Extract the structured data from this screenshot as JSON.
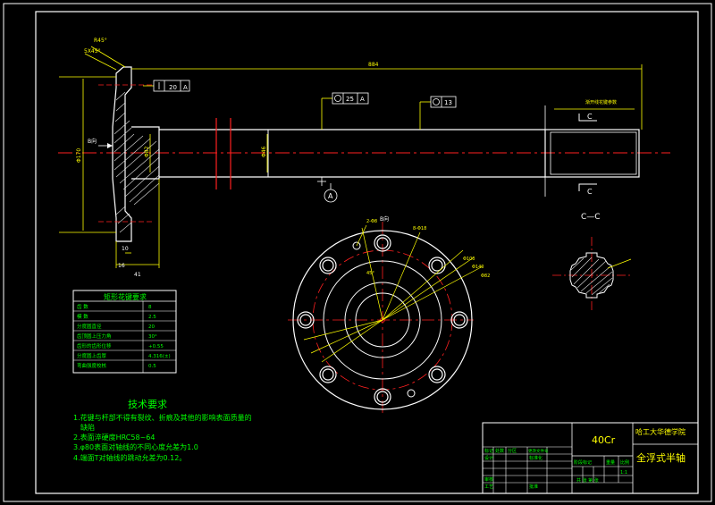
{
  "colors": {
    "background": "#000000",
    "outline": "#ffffff",
    "center": "#ff2020",
    "dimension": "#ffff00",
    "annotation": "#00ff00",
    "hatch": "#ffffff",
    "note_text": "#00ff00",
    "title_text": "#ffff00"
  },
  "dims": {
    "d_chamfer_top": "R45°",
    "d_chamfer_left": "5X45°",
    "total_length": "884",
    "runout1_value": "20",
    "runout1_datum": "A",
    "cyl_value": "25",
    "cyl_datum": "A",
    "round_value": "13",
    "spline_note": "渐开线花键参数",
    "flange_dia": "Φ170",
    "boss_dia": "Φ82",
    "shaft_dia": "Φ46",
    "d_16": "16",
    "d_10": "10",
    "d_41": "41",
    "view_b_arrow": "B向",
    "view_b_title": "B向",
    "section_c": "C",
    "section_title": "C—C",
    "datum_a": "A",
    "hole_note1": "2-Φ8",
    "hole_note2": "8-Φ18",
    "pcd1": "Φ100",
    "pcd2": "Φ140",
    "pcd3": "Φ82",
    "angle": "45°"
  },
  "spline_table": {
    "title": "矩形花键要求",
    "rows": [
      {
        "k": "齿    数",
        "v": "8"
      },
      {
        "k": "模    数",
        "v": "2.5"
      },
      {
        "k": "分度圆直径",
        "v": "20"
      },
      {
        "k": "齿顶圆上压力角",
        "v": "30°"
      },
      {
        "k": "齿形的齿形位移",
        "v": "+0.55"
      },
      {
        "k": "分度圆上齿厚",
        "v": "4.316(±)"
      },
      {
        "k": "弯曲强度校核",
        "v": "0.5"
      }
    ]
  },
  "notes": {
    "title": "技术要求",
    "lines": [
      "1.花键与杆部不得有裂纹、折痕及其他的影响表面质量的",
      "缺陷",
      "2.表面淬硬度HRC58~64",
      "3.φ80表面对轴线的不同心度允差为1.0",
      "4.端面T对轴线的跳动允差为0.12。"
    ]
  },
  "title_block": {
    "material": "40Cr",
    "school": "哈工大华德学院",
    "part_name": "全浮式半轴",
    "labels": {
      "mark": "标记",
      "count": "处数",
      "zone": "分区",
      "change": "更改文件号",
      "sign": "签名",
      "date": "年月日",
      "designer": "设计",
      "standard": "标准化",
      "stage": "阶段标记",
      "weight": "重量",
      "ratio": "比例",
      "scale": "1:1",
      "review": "审核",
      "craft": "工艺",
      "approve": "批准",
      "sheets": "共 张 第 张"
    }
  }
}
